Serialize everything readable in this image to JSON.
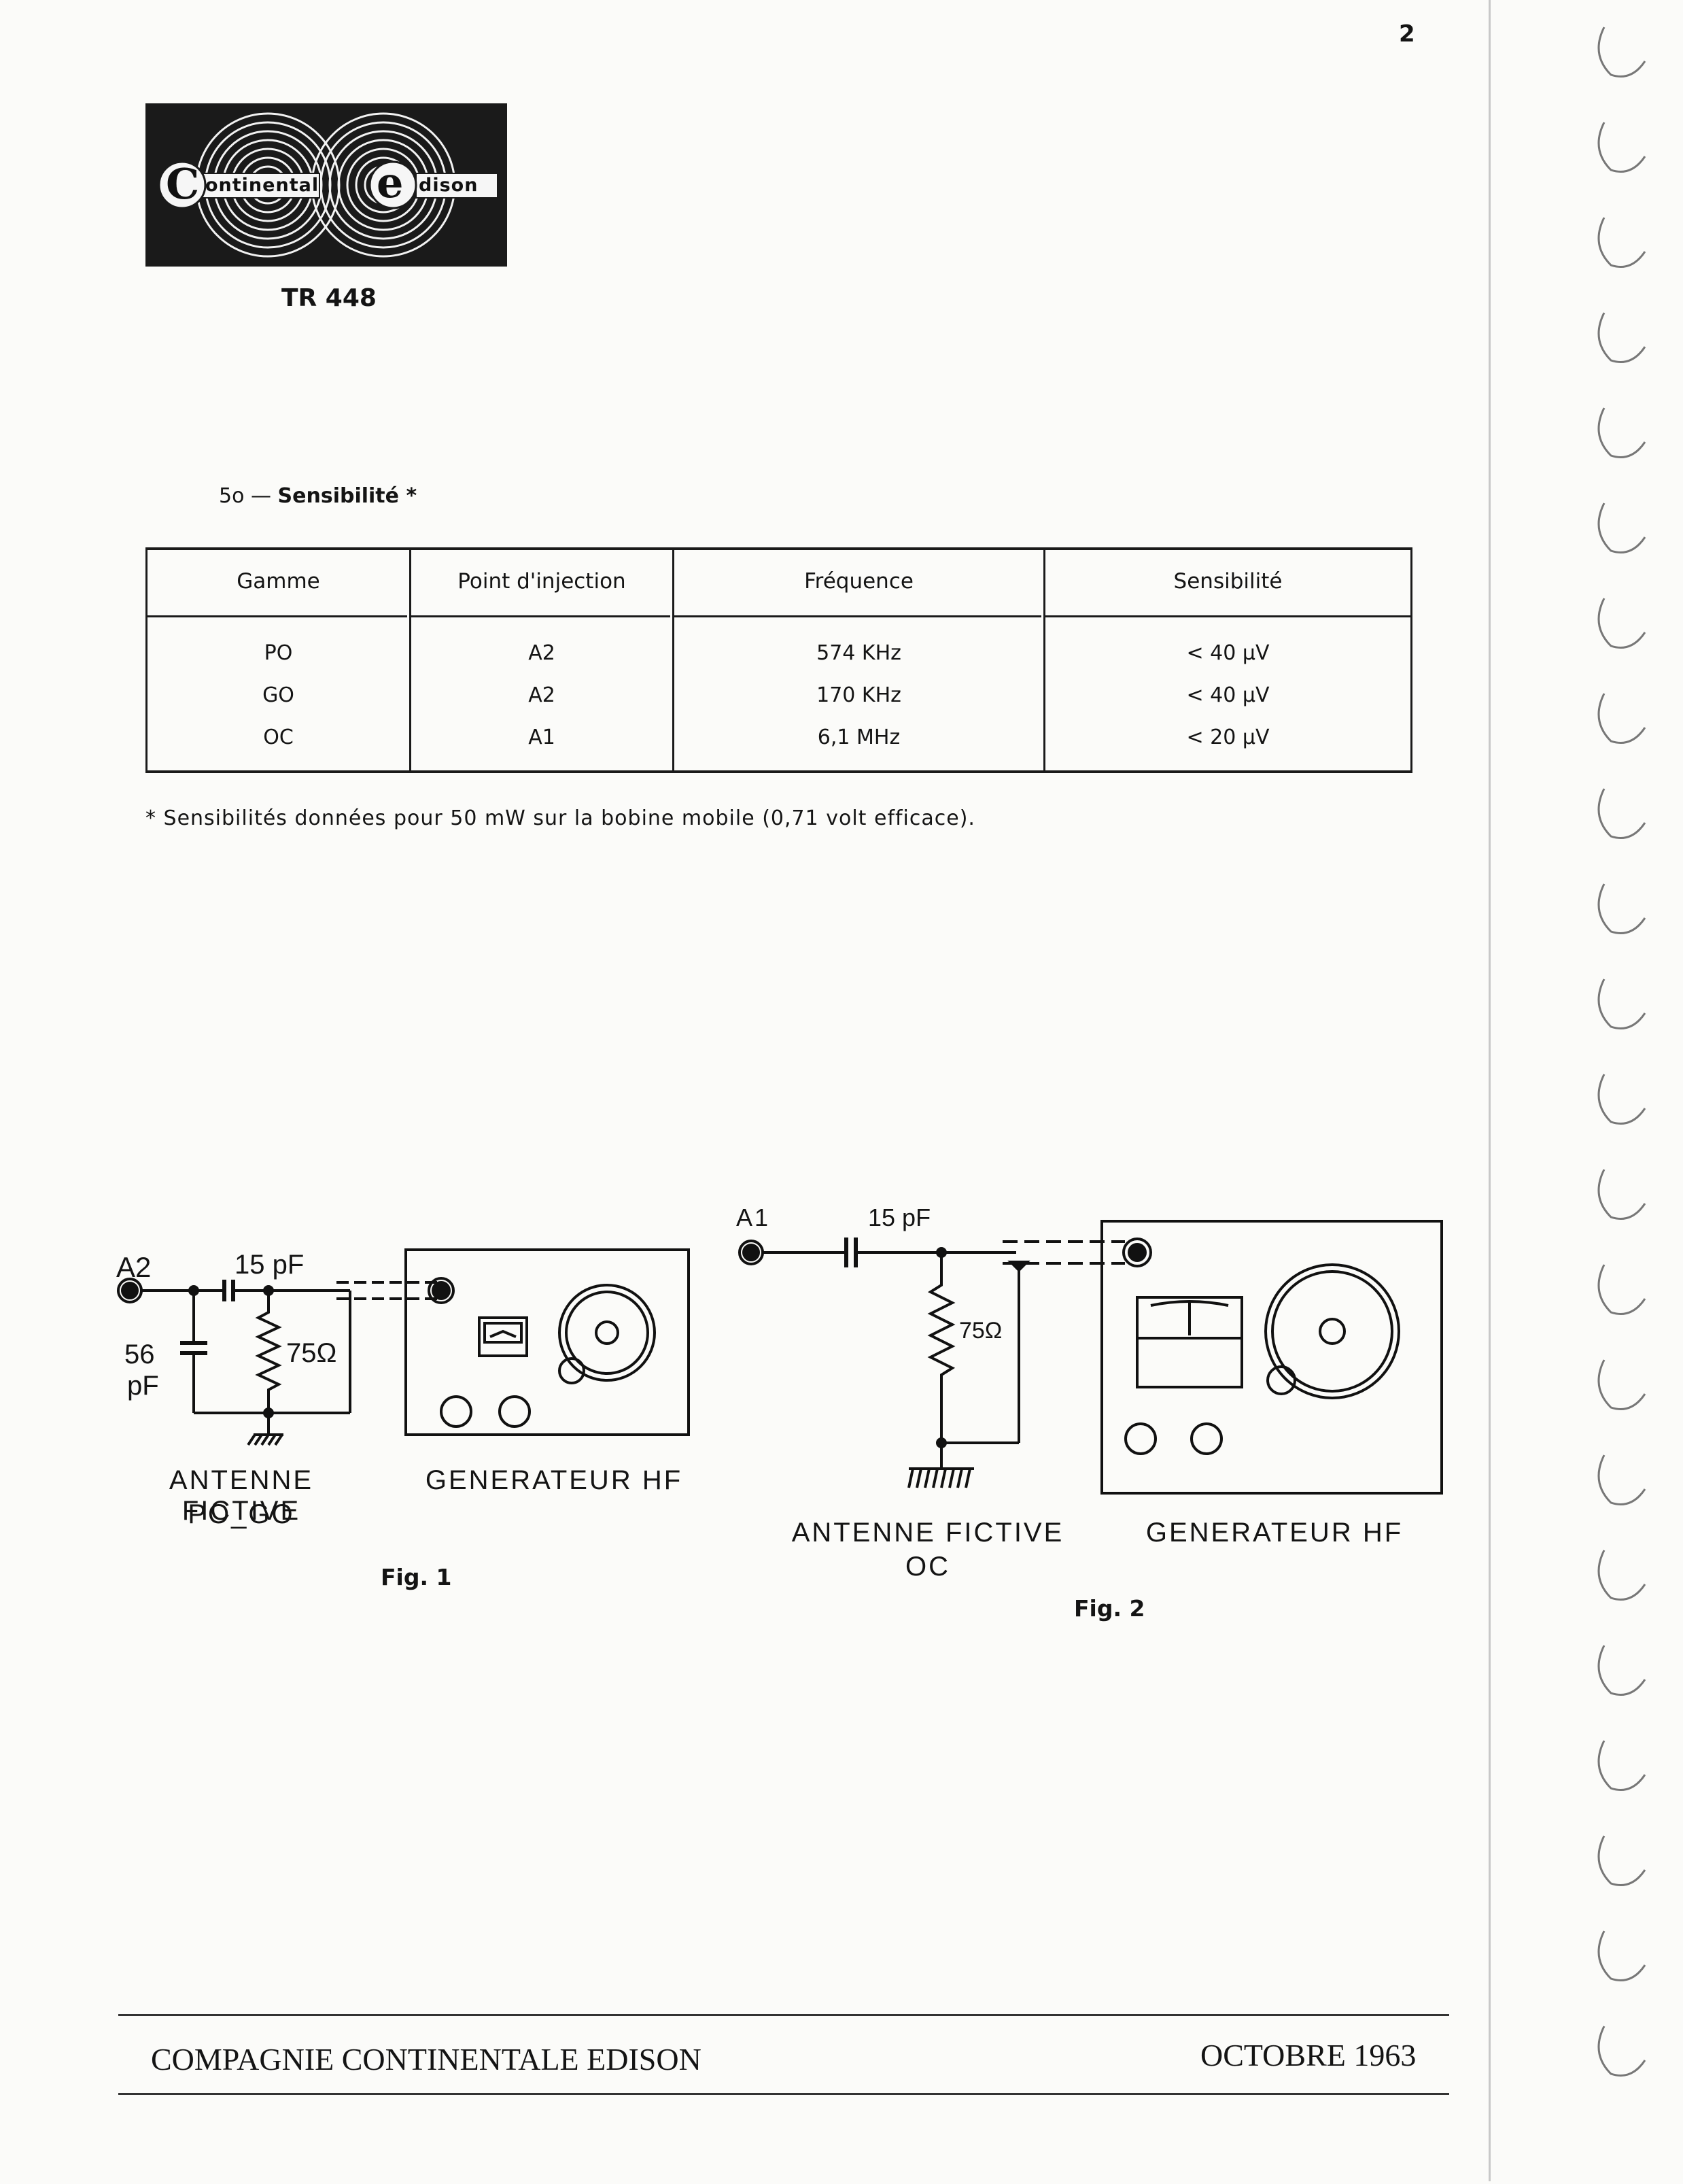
{
  "page": {
    "number": "2"
  },
  "logo": {
    "left_text": "ontinental",
    "right_text": "dison",
    "left_initial": "C",
    "right_initial": "e"
  },
  "model": "TR 448",
  "section": {
    "number": "5o —",
    "title": "Sensibilité *"
  },
  "table": {
    "headers": [
      "Gamme",
      "Point d'injection",
      "Fréquence",
      "Sensibilité"
    ],
    "rows": [
      [
        "PO",
        "A2",
        "574 KHz",
        "< 40 µV"
      ],
      [
        "GO",
        "A2",
        "170 KHz",
        "< 40 µV"
      ],
      [
        "OC",
        "A1",
        "6,1 MHz",
        "< 20 µV"
      ]
    ]
  },
  "footnote": "* Sensibilités données pour 50 mW sur la bobine mobile (0,71 volt efficace).",
  "fig1": {
    "node": "A2",
    "capacitor_series": "15 pF",
    "capacitor_shunt_value": "56",
    "capacitor_shunt_unit": "pF",
    "resistor": "75Ω",
    "antenna_line1": "ANTENNE FICTIVE",
    "antenna_line2": "PO_GO",
    "generator": "GENERATEUR HF",
    "label": "Fig. 1"
  },
  "fig2": {
    "node": "A1",
    "capacitor_series": "15 pF",
    "resistor": "75Ω",
    "antenna_line1": "ANTENNE FICTIVE",
    "antenna_line2": "OC",
    "generator": "GENERATEUR HF",
    "label": "Fig. 2"
  },
  "footer": {
    "company": "COMPAGNIE CONTINENTALE EDISON",
    "date": "OCTOBRE 1963"
  }
}
